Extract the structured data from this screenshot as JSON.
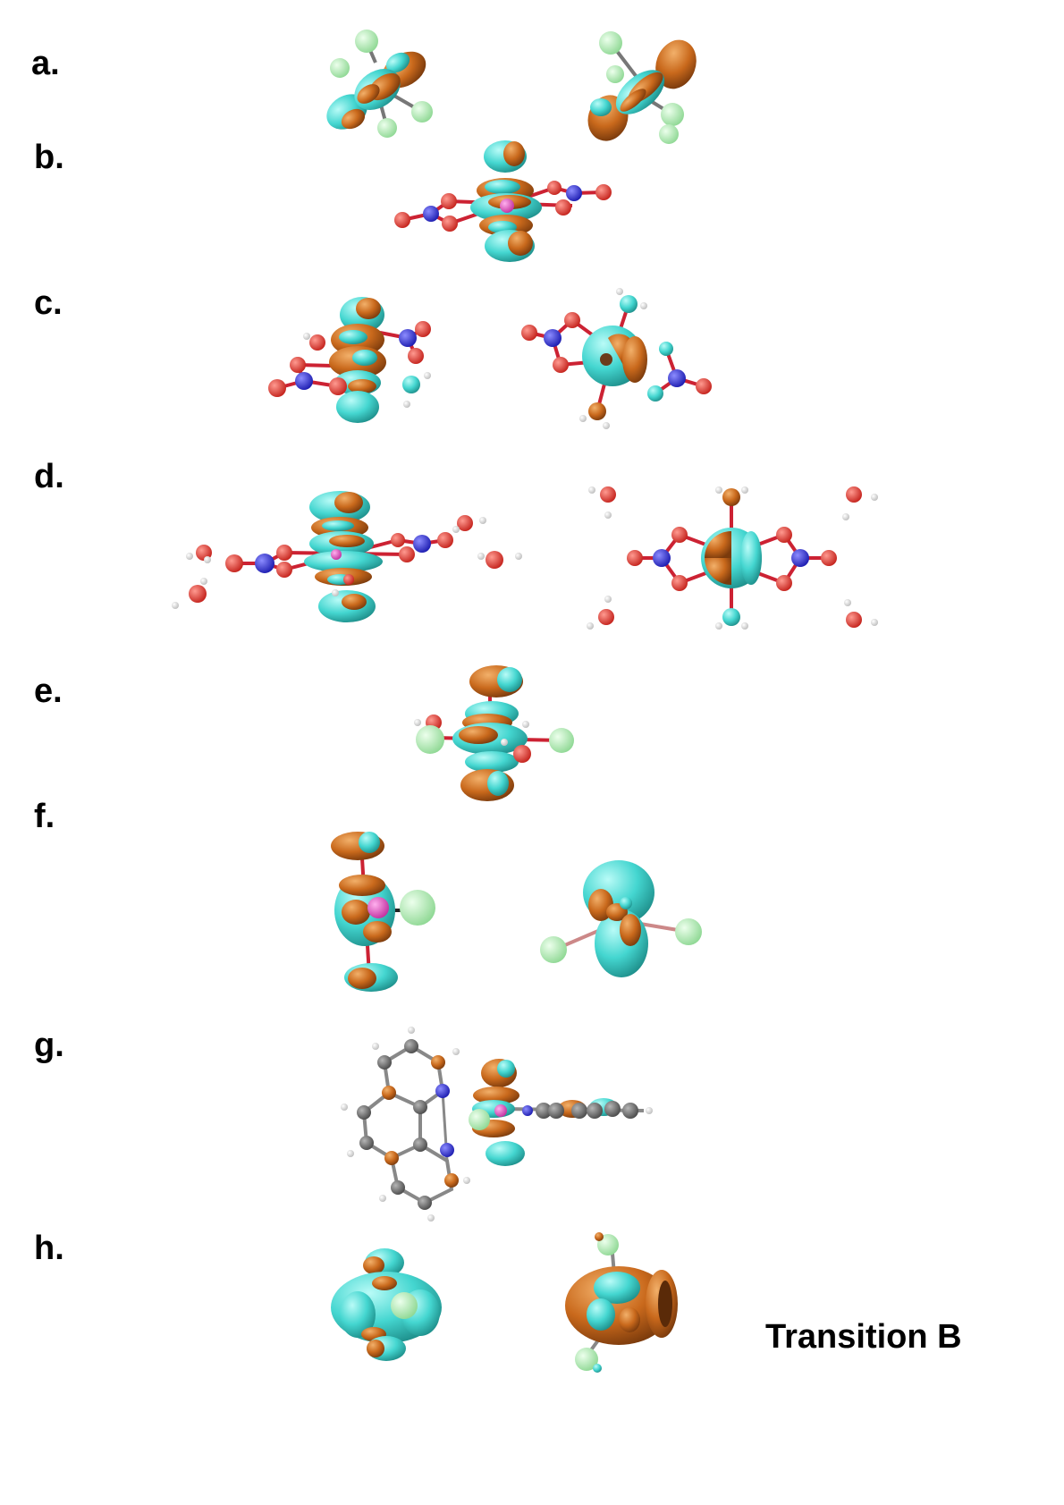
{
  "panels": [
    {
      "label": "a."
    },
    {
      "label": "b."
    },
    {
      "label": "c."
    },
    {
      "label": "d."
    },
    {
      "label": "e."
    },
    {
      "label": "f."
    },
    {
      "label": "g."
    },
    {
      "label": "h."
    }
  ],
  "caption": "Transition B",
  "colors": {
    "lobe_cyan": "#44d6d0",
    "lobe_orange": "#c9691c",
    "fluorine_green": "#b6f0b8",
    "oxygen_red": "#e03a32",
    "nitrogen_blue": "#2d2fd6",
    "hydrogen_white": "#f2f2f2",
    "carbon_gray": "#6e6e6e",
    "metal_pink": "#e251c4",
    "bond_red": "#d23a3a"
  }
}
